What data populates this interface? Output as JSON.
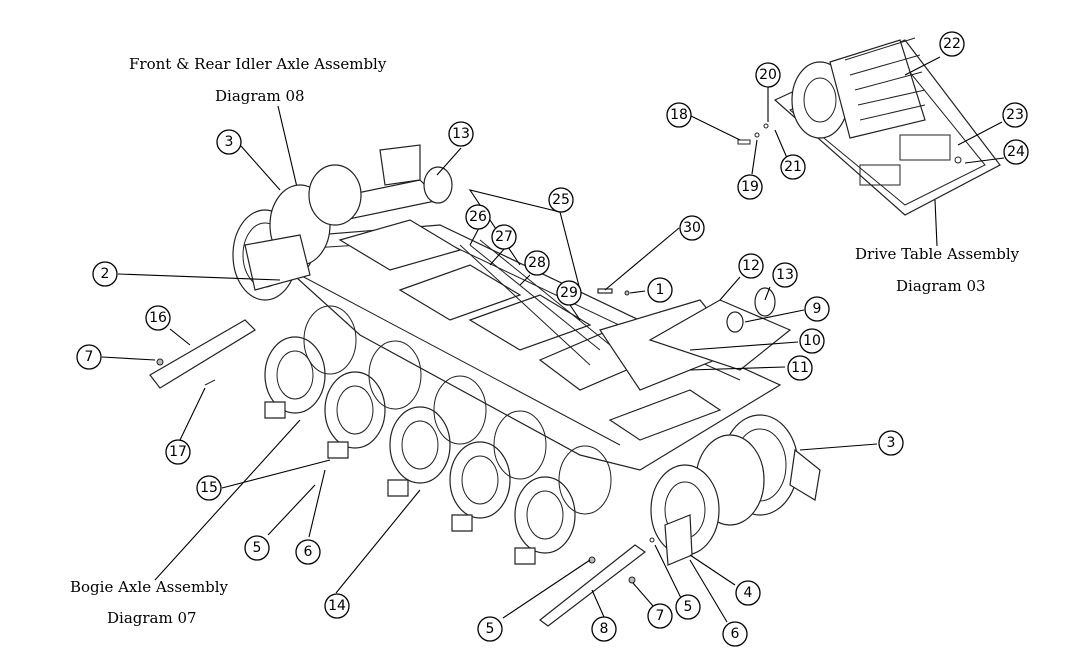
{
  "labels": {
    "idler_title": "Front & Rear Idler Axle Assembly",
    "idler_diagram": "Diagram 08",
    "drive_title": "Drive Table Assembly",
    "drive_diagram": "Diagram 03",
    "bogie_title": "Bogie Axle Assembly",
    "bogie_diagram": "Diagram 07"
  },
  "callouts": [
    "22",
    "20",
    "18",
    "23",
    "24",
    "21",
    "19",
    "3",
    "13",
    "25",
    "26",
    "27",
    "30",
    "28",
    "12",
    "13",
    "2",
    "29",
    "1",
    "9",
    "10",
    "16",
    "11",
    "7",
    "3",
    "17",
    "15",
    "5",
    "6",
    "4",
    "5",
    "7",
    "14",
    "5",
    "8",
    "6"
  ]
}
